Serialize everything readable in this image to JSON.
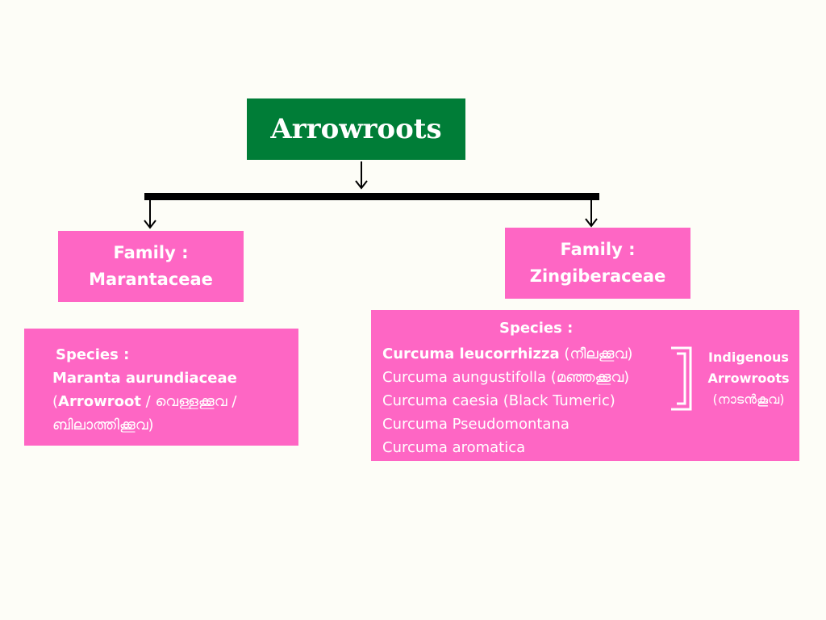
{
  "root": {
    "label": "Arrowroots"
  },
  "left": {
    "family_label": "Family :",
    "family_name": "Marantaceae",
    "species_heading": "Species :",
    "species_name": "Maranta aurundiaceae",
    "common_open": "(",
    "common_en": "Arrowroot",
    "common_ml_1": " / വെള്ളക്കൂവ  /",
    "common_ml_2": "ബിലാത്തിക്കൂവ)"
  },
  "right": {
    "family_label": "Family :",
    "family_name": "Zingiberaceae",
    "species_heading": "Species :",
    "species": [
      {
        "name": "Curcuma leucorrhizza",
        "note": " (നീലക്കൂവ)",
        "bold": true
      },
      {
        "name": "Curcuma aungustifolla",
        "note": " (മഞ്ഞക്കൂവ)",
        "bold": false
      },
      {
        "name": "Curcuma caesia",
        "note": " (Black Tumeric)",
        "bold": false
      },
      {
        "name": "Curcuma Pseudomontana",
        "note": "",
        "bold": false
      },
      {
        "name": "Curcuma aromatica",
        "note": "",
        "bold": false
      }
    ],
    "indigenous_line1": "Indigenous",
    "indigenous_line2": "Arrowroots",
    "indigenous_ml": "(നാടൻകൂവ)"
  },
  "colors": {
    "title_box": "#007d37",
    "node_box": "#fe66c4",
    "connector": "#000000",
    "text": "#ffffff"
  }
}
